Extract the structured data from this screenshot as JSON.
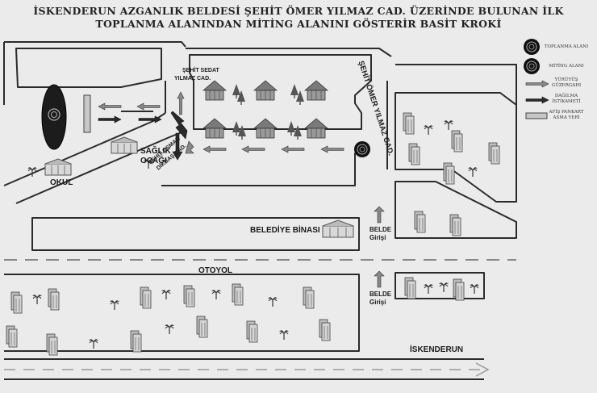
{
  "title_line1": "İSKENDERUN AZGANLIK BELDESİ ŞEHİT ÖMER YILMAZ CAD. ÜZERİNDE BULUNAN İLK",
  "title_line2": "TOPLANMA ALANINDAN MİTİNG ALANINI GÖSTERİR BASİT KROKİ",
  "streets": {
    "sehit_omer": "ŞEHİT ÖMER YILMAZ CAD.",
    "sehit_sedat_1": "ŞEHİT SEDAT",
    "sehit_sedat_2": "YILMAZ CAD.",
    "sehit_osman_1": "ŞEHİT OSMAN",
    "sehit_osman_2": "DİKBAŞ CAD."
  },
  "places": {
    "saglik_1": "SAĞLIK",
    "saglik_2": "OCAĞI",
    "okul": "OKUL",
    "belediye": "BELEDİYE BİNASI",
    "otoyol": "OTOYOL",
    "iskenderun": "İSKENDERUN",
    "belde_top_1": "BELDE",
    "belde_top_2": "Girişi",
    "belde_bottom_1": "BELDE",
    "belde_bottom_2": "Girişi"
  },
  "legend": {
    "toplanma": "TOPLANMA ALANI",
    "miting": "MİTİNG ALANI",
    "yuruyus_1": "YÜRÜYÜŞ",
    "yuruyus_2": "GÜZERGAHI",
    "dagilma_1": "DAĞILMA",
    "dagilma_2": "İSTİKAMETİ",
    "afis_1": "AFİŞ PANKART",
    "afis_2": "ASMA YERİ"
  },
  "colors": {
    "background": "#ebebeb",
    "road_line": "#2b2b2b",
    "march_arrow": "#808080",
    "disperse_arrow": "#2a2a2a",
    "building": "#b9b9b9"
  }
}
